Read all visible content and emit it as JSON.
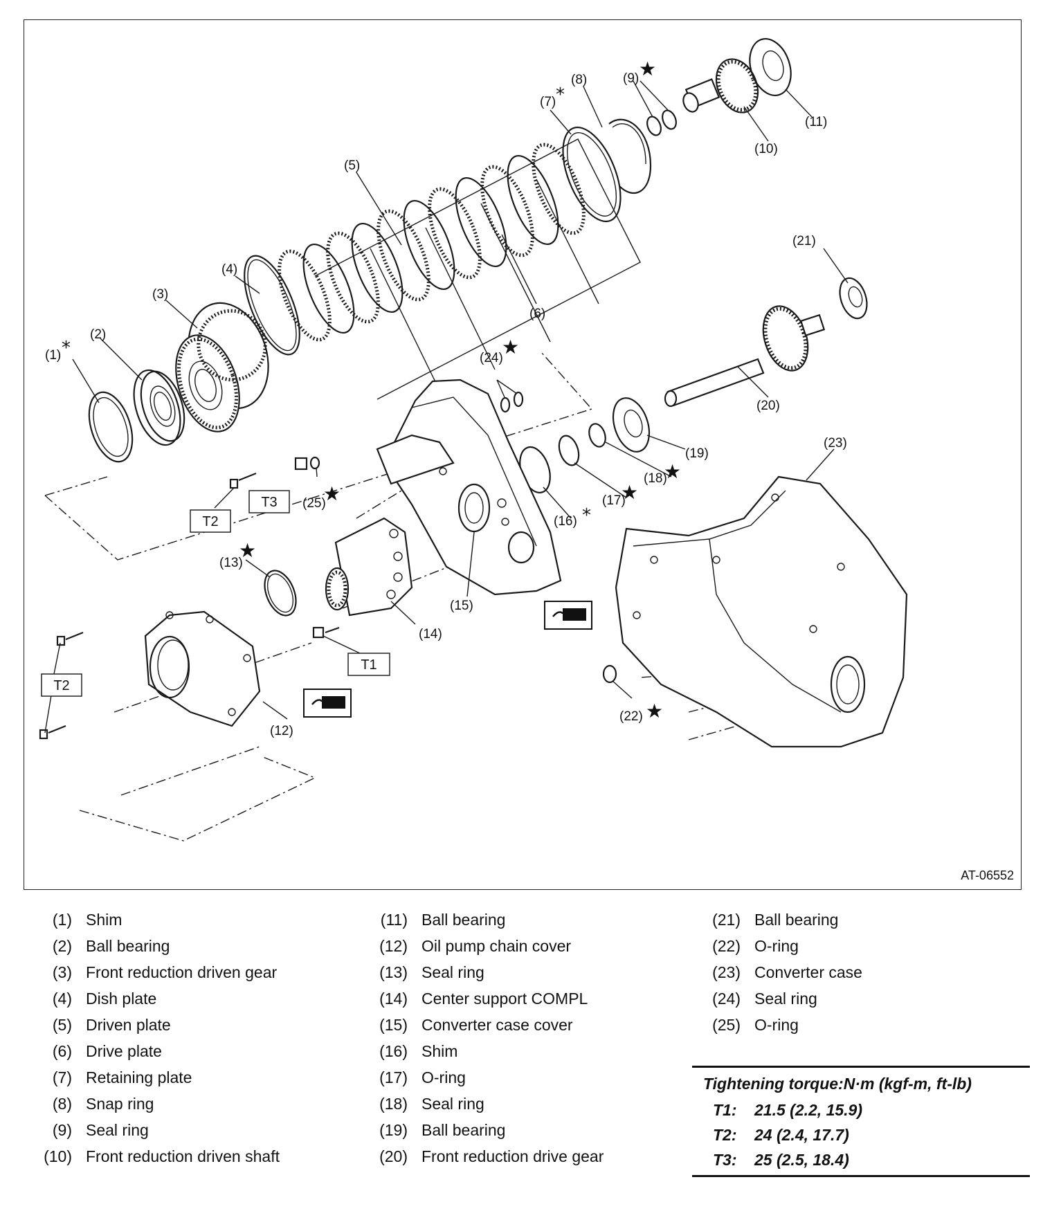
{
  "figure_id": "AT-06552",
  "callouts": {
    "c1": "(1)",
    "c2": "(2)",
    "c3": "(3)",
    "c4": "(4)",
    "c5": "(5)",
    "c6": "(6)",
    "c7": "(7)",
    "c8": "(8)",
    "c9": "(9)",
    "c10": "(10)",
    "c11": "(11)",
    "c12": "(12)",
    "c13": "(13)",
    "c14": "(14)",
    "c15": "(15)",
    "c16": "(16)",
    "c17": "(17)",
    "c18": "(18)",
    "c19": "(19)",
    "c20": "(20)",
    "c21": "(21)",
    "c22": "(22)",
    "c23": "(23)",
    "c24": "(24)",
    "c25": "(25)"
  },
  "marks": {
    "replace_star": "★",
    "select_asterisk": "*"
  },
  "torque_labels": {
    "t1": "T1",
    "t2": "T2",
    "t3": "T3"
  },
  "legend": [
    {
      "num": "(1)",
      "name": "Shim"
    },
    {
      "num": "(2)",
      "name": "Ball bearing"
    },
    {
      "num": "(3)",
      "name": "Front reduction driven gear"
    },
    {
      "num": "(4)",
      "name": "Dish plate"
    },
    {
      "num": "(5)",
      "name": "Driven plate"
    },
    {
      "num": "(6)",
      "name": "Drive plate"
    },
    {
      "num": "(7)",
      "name": "Retaining plate"
    },
    {
      "num": "(8)",
      "name": "Snap ring"
    },
    {
      "num": "(9)",
      "name": "Seal ring"
    },
    {
      "num": "(10)",
      "name": "Front reduction driven shaft"
    },
    {
      "num": "(11)",
      "name": "Ball bearing"
    },
    {
      "num": "(12)",
      "name": "Oil pump chain cover"
    },
    {
      "num": "(13)",
      "name": "Seal ring"
    },
    {
      "num": "(14)",
      "name": "Center support COMPL"
    },
    {
      "num": "(15)",
      "name": "Converter case cover"
    },
    {
      "num": "(16)",
      "name": "Shim"
    },
    {
      "num": "(17)",
      "name": "O-ring"
    },
    {
      "num": "(18)",
      "name": "Seal ring"
    },
    {
      "num": "(19)",
      "name": "Ball bearing"
    },
    {
      "num": "(20)",
      "name": "Front reduction drive gear"
    },
    {
      "num": "(21)",
      "name": "Ball bearing"
    },
    {
      "num": "(22)",
      "name": "O-ring"
    },
    {
      "num": "(23)",
      "name": "Converter case"
    },
    {
      "num": "(24)",
      "name": "Seal ring"
    },
    {
      "num": "(25)",
      "name": "O-ring"
    }
  ],
  "torque_table": {
    "title": "Tightening torque:N·m (kgf-m, ft-lb)",
    "rows": [
      {
        "key": "T1:",
        "value": "21.5 (2.2, 15.9)"
      },
      {
        "key": "T2:",
        "value": "24 (2.4, 17.7)"
      },
      {
        "key": "T3:",
        "value": "25 (2.5, 18.4)"
      }
    ]
  }
}
